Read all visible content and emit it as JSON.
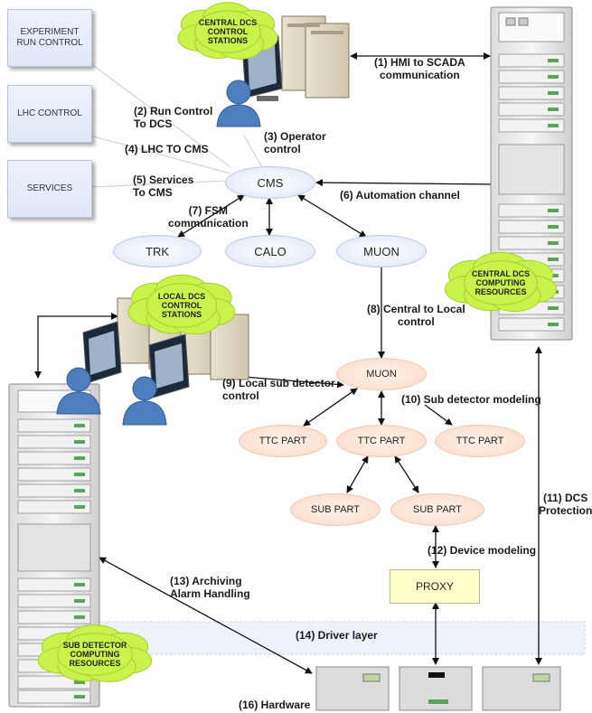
{
  "left_boxes": {
    "experiment": "EXPERIMENT\nRUN CONTROL",
    "lhc": "LHC CONTROL",
    "services": "SERVICES"
  },
  "clouds": {
    "central_stations": "CENTRAL DCS\nCONTROL\nSTATIONS",
    "local_stations": "LOCAL DCS\nCONTROL\nSTATIONS",
    "central_computing": "CENTRAL DCS\nCOMPUTING\nRESOURCES",
    "sub_computing": "SUB DETECTOR\nCOMPUTING\nRESOURCES"
  },
  "nodes": {
    "cms": "CMS",
    "trk": "TRK",
    "calo": "CALO",
    "muon_top": "MUON",
    "muon_local": "MUON",
    "ttc_left": "TTC PART",
    "ttc_mid": "TTC PART",
    "ttc_right": "TTC PART",
    "sub_left": "SUB PART",
    "sub_right": "SUB PART",
    "proxy": "PROXY"
  },
  "labels": {
    "l1": "(1) HMI to SCADA\ncommunication",
    "l2": "(2) Run Control\nTo DCS",
    "l3": "(3) Operator\ncontrol",
    "l4": "(4) LHC TO CMS",
    "l5": "(5) Services\nTo CMS",
    "l6": "(6) Automation channel",
    "l7": "(7) FSM\ncommunication",
    "l8": "(8) Central to Local\ncontrol",
    "l9": "(9) Local sub detector\ncontrol",
    "l10": "(10) Sub detector modeling",
    "l11": "(11) DCS\nProtection",
    "l12": "(12) Device modeling",
    "l13": "(13) Archiving\nAlarm Handling",
    "l14": "(14) Driver layer",
    "l16": "(16) Hardware"
  },
  "colors": {
    "blue_node": "#dde6f6",
    "peach_node": "#fbdac8",
    "proxy_fill": "#ffffcc",
    "cloud_fill": "#c9f24a",
    "driver_band": "#eef3fb"
  }
}
